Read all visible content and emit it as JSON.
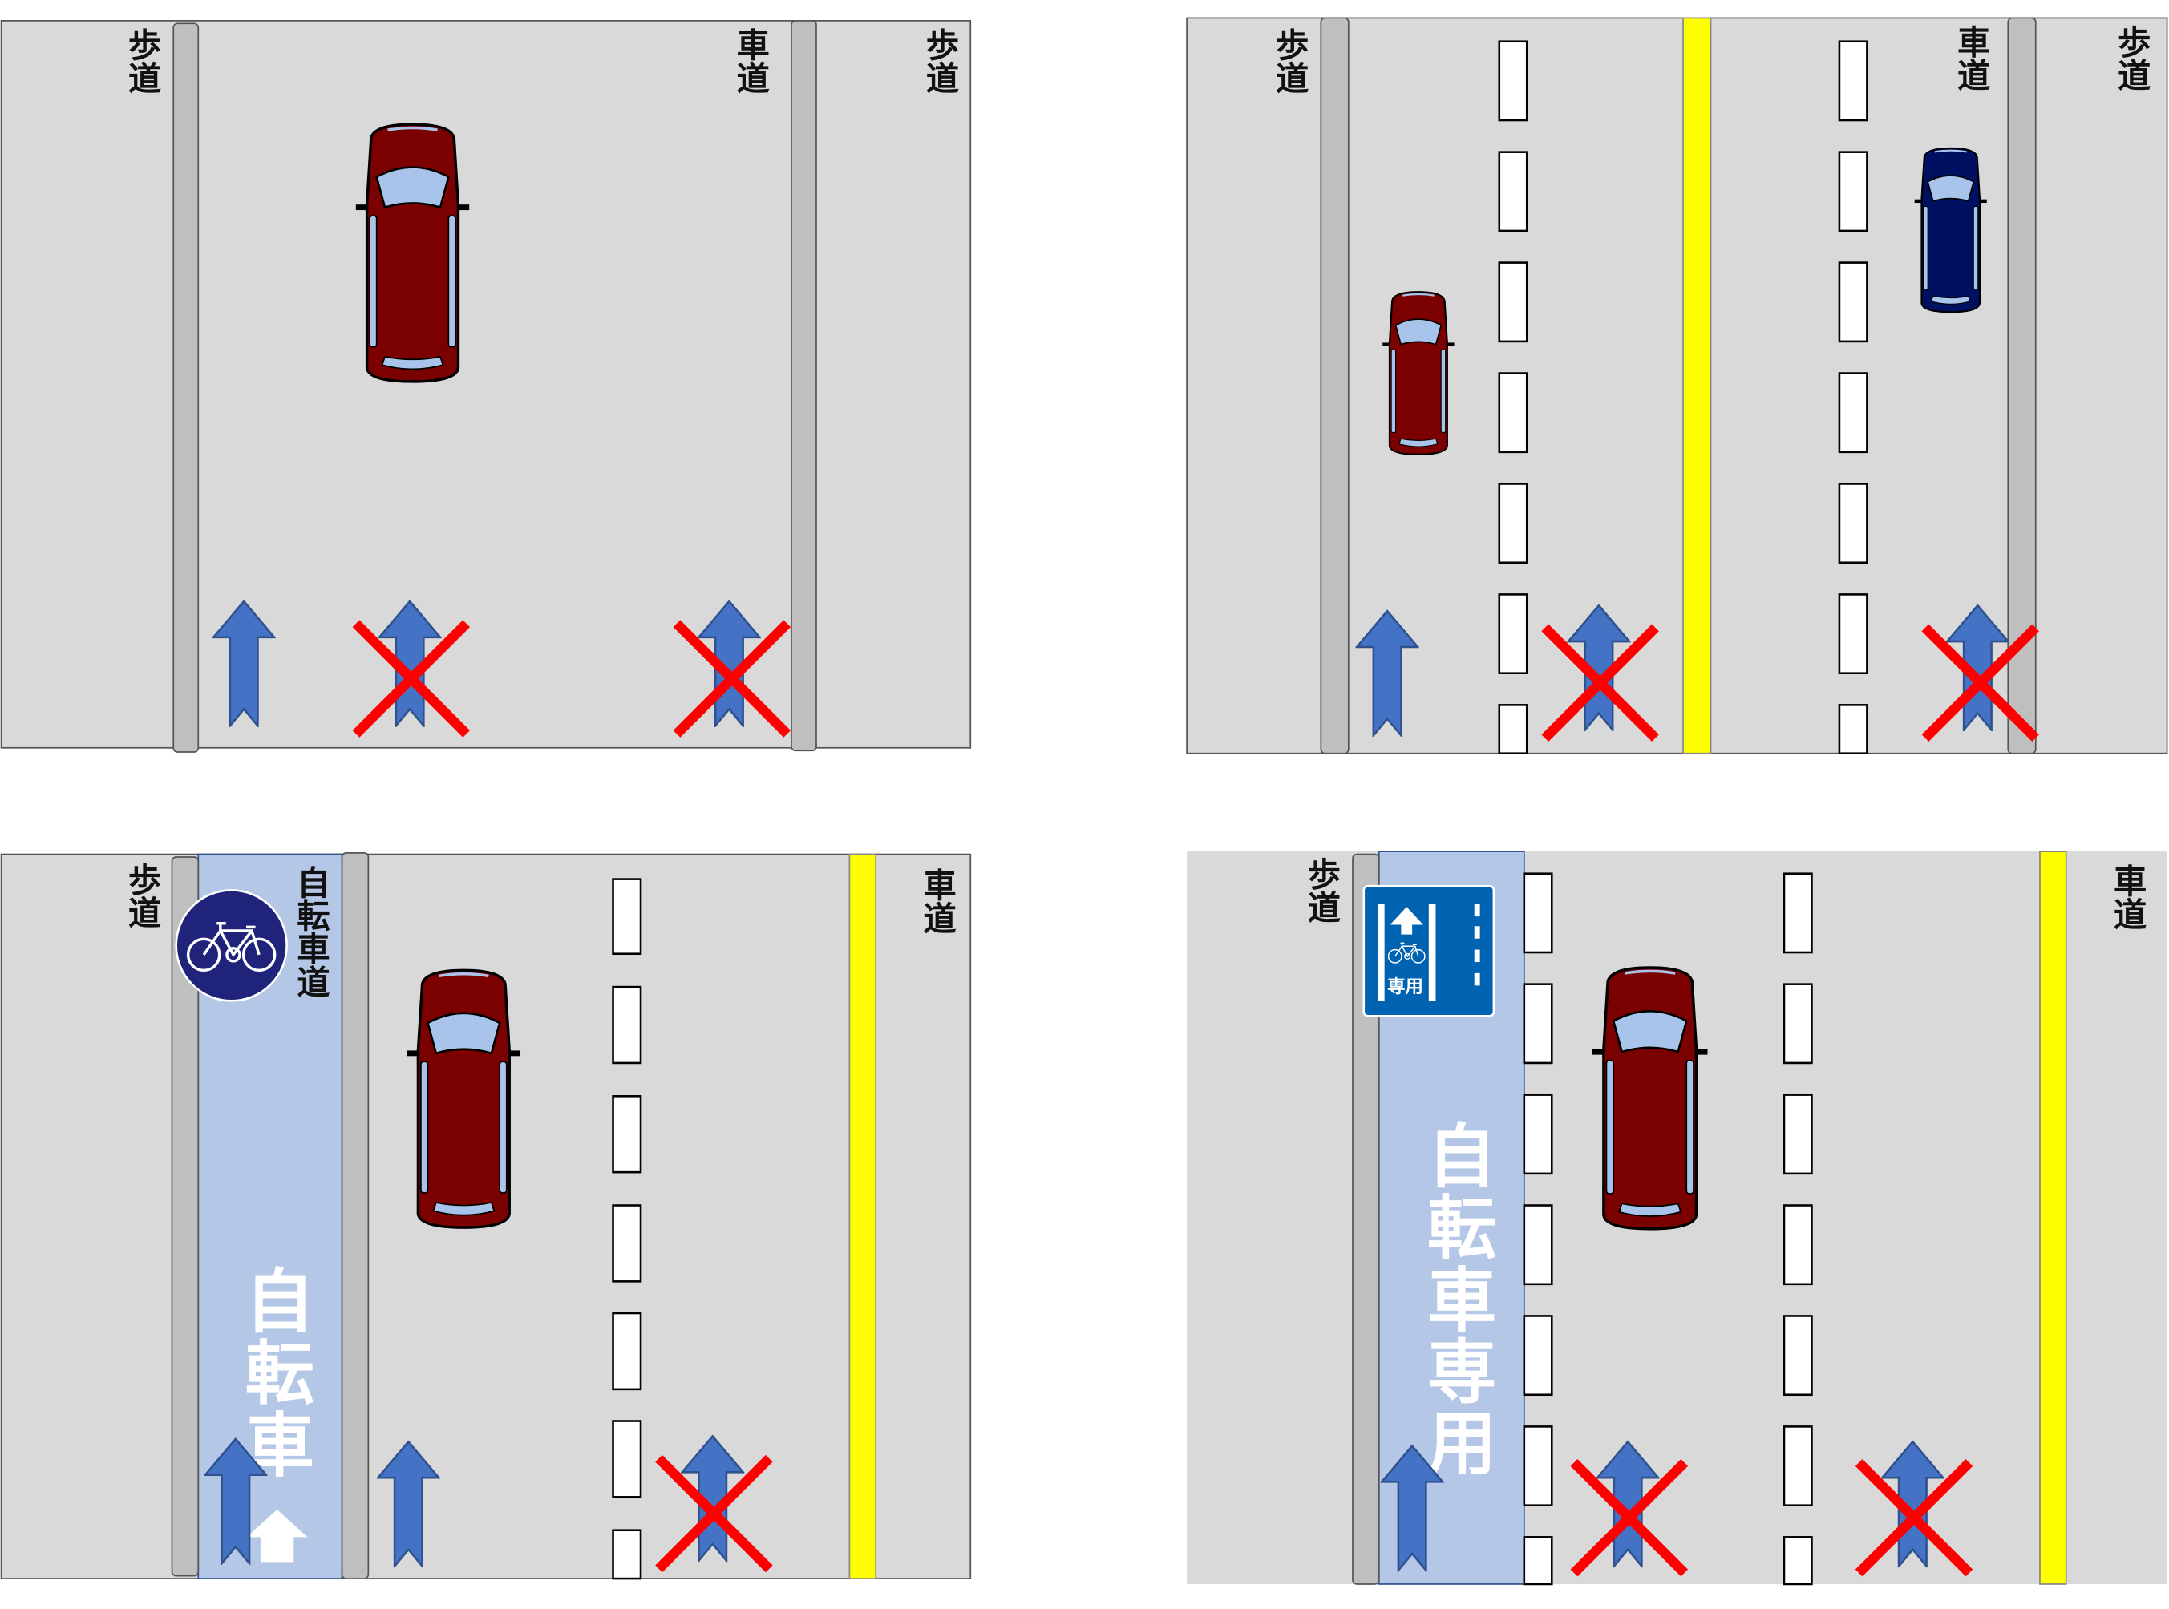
{
  "colors": {
    "road": "#d9d9d9",
    "curb": "#bfbfbf",
    "bike_lane": "#b4c7e7",
    "center_line": "#ffff00",
    "arrow": "#4472c4",
    "cross": "#ff0000",
    "car_red": "#7b0000",
    "car_navy": "#001060",
    "sign_circle": "#1f237a",
    "sign_square": "#0063b1"
  },
  "panel1": {
    "left_label": "歩道",
    "road_label": "車道",
    "right_label": "歩道"
  },
  "panel2": {
    "left_label": "歩道",
    "road_label": "車道",
    "right_label": "歩道"
  },
  "panel3": {
    "left_label": "歩道",
    "bike_label": "自転車道",
    "road_label": "車道",
    "lane_marking": "自転車"
  },
  "panel4": {
    "left_label": "歩道",
    "road_label": "車道",
    "lane_marking": "自転車専用",
    "sign_text": "専用"
  }
}
